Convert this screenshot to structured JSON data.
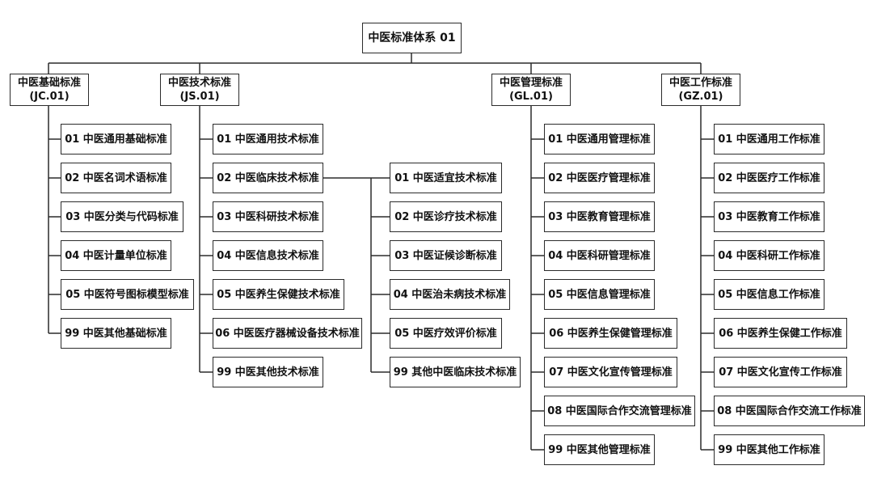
{
  "root": {
    "label": "中医标准体系 01"
  },
  "categories": [
    {
      "name": "中医基础标准",
      "code": "(JC.01)",
      "items": [
        "01 中医通用基础标准",
        "02 中医名词术语标准",
        "03 中医分类与代码标准",
        "04 中医计量单位标准",
        "05 中医符号图标模型标准",
        "99 中医其他基础标准"
      ]
    },
    {
      "name": "中医技术标准",
      "code": "(JS.01)",
      "items": [
        "01 中医通用技术标准",
        "02 中医临床技术标准",
        "03 中医科研技术标准",
        "04 中医信息技术标准",
        "05 中医养生保健技术标准",
        "06 中医医疗器械设备技术标准",
        "99 中医其他技术标准"
      ],
      "sub_items": [
        "01 中医适宜技术标准",
        "02 中医诊疗技术标准",
        "03 中医证候诊断标准",
        "04 中医治未病技术标准",
        "05 中医疗效评价标准",
        "99 其他中医临床技术标准"
      ]
    },
    {
      "name": "中医管理标准",
      "code": "(GL.01)",
      "items": [
        "01 中医通用管理标准",
        "02 中医医疗管理标准",
        "03 中医教育管理标准",
        "04 中医科研管理标准",
        "05 中医信息管理标准",
        "06 中医养生保健管理标准",
        "07 中医文化宣传管理标准",
        "08 中医国际合作交流管理标准",
        "99 中医其他管理标准"
      ]
    },
    {
      "name": "中医工作标准",
      "code": "(GZ.01)",
      "items": [
        "01 中医通用工作标准",
        "02 中医医疗工作标准",
        "03 中医教育工作标准",
        "04 中医科研工作标准",
        "05 中医信息工作标准",
        "06 中医养生保健工作标准",
        "07 中医文化宣传工作标准",
        "08 中医国际合作交流工作标准",
        "99 中医其他工作标准"
      ]
    }
  ]
}
